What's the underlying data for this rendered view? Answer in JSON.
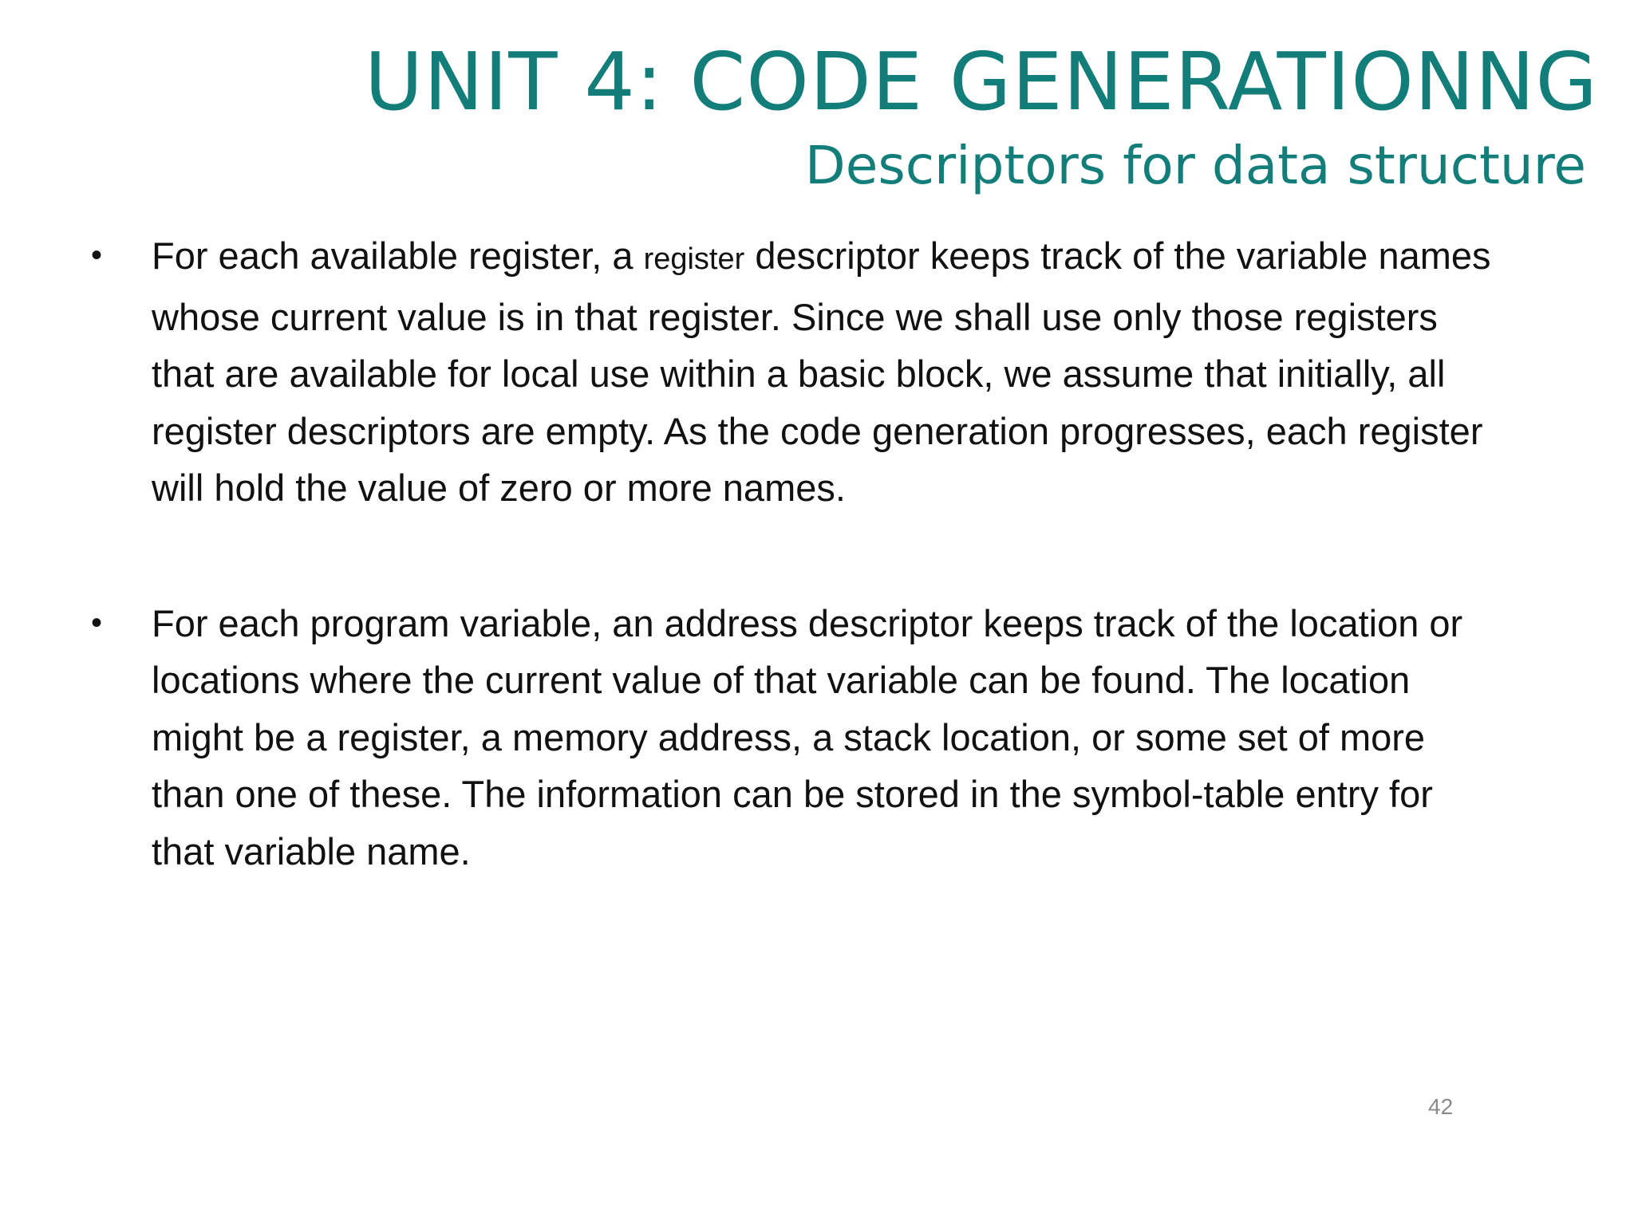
{
  "slide": {
    "title": "UNIT 4: CODE GENERATIONNG",
    "subtitle": "Descriptors for data structure",
    "bullet_symbol": "•",
    "bullets": [
      {
        "lead": "For each available register, a ",
        "small_word": "register",
        "rest": " descriptor keeps track of the variable names whose current value is in that register. Since we shall use only those registers that are available for local use within a basic block, we assume that initially, all register descriptors are empty. As the code generation progresses, each register will hold the value of zero or more names."
      },
      {
        "text": "For each program variable, an address descriptor keeps track of the location or locations where the current value of that variable can be found. The location might be a register, a memory address, a stack location, or some set of more than one of these. The information can be stored in the symbol-table entry for that variable name."
      }
    ],
    "page_number": "42",
    "colors": {
      "accent": "#137d7a",
      "text": "#111111",
      "page_number": "#8a8a8a"
    }
  }
}
